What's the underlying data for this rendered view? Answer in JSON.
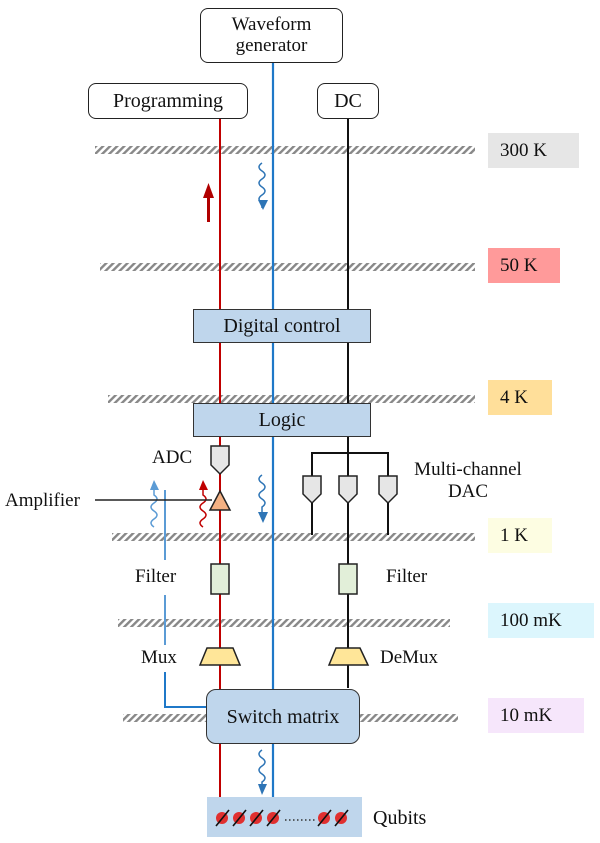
{
  "diagram": {
    "sources": {
      "waveform": "Waveform generator",
      "programming": "Programming",
      "dc": "DC"
    },
    "blocks": {
      "digital_control": "Digital control",
      "logic": "Logic",
      "switch_matrix": "Switch matrix"
    },
    "components": {
      "adc": "ADC",
      "amplifier": "Amplifier",
      "dac": "Multi-channel DAC",
      "filter_left": "Filter",
      "filter_right": "Filter",
      "mux": "Mux",
      "demux": "DeMux",
      "qubits": "Qubits"
    },
    "stages": [
      {
        "label": "300 K",
        "color": "#e6e6e6"
      },
      {
        "label": "50 K",
        "color": "#ff9a9a"
      },
      {
        "label": "4 K",
        "color": "#ffdf9a"
      },
      {
        "label": "1 K",
        "color": "#fdfde2"
      },
      {
        "label": "100 mK",
        "color": "#dcf6fd"
      },
      {
        "label": "10 mK",
        "color": "#f6e6fb"
      }
    ],
    "line_colors": {
      "programming": "#c00000",
      "waveform": "#1f78c8",
      "dc": "#111111"
    }
  }
}
